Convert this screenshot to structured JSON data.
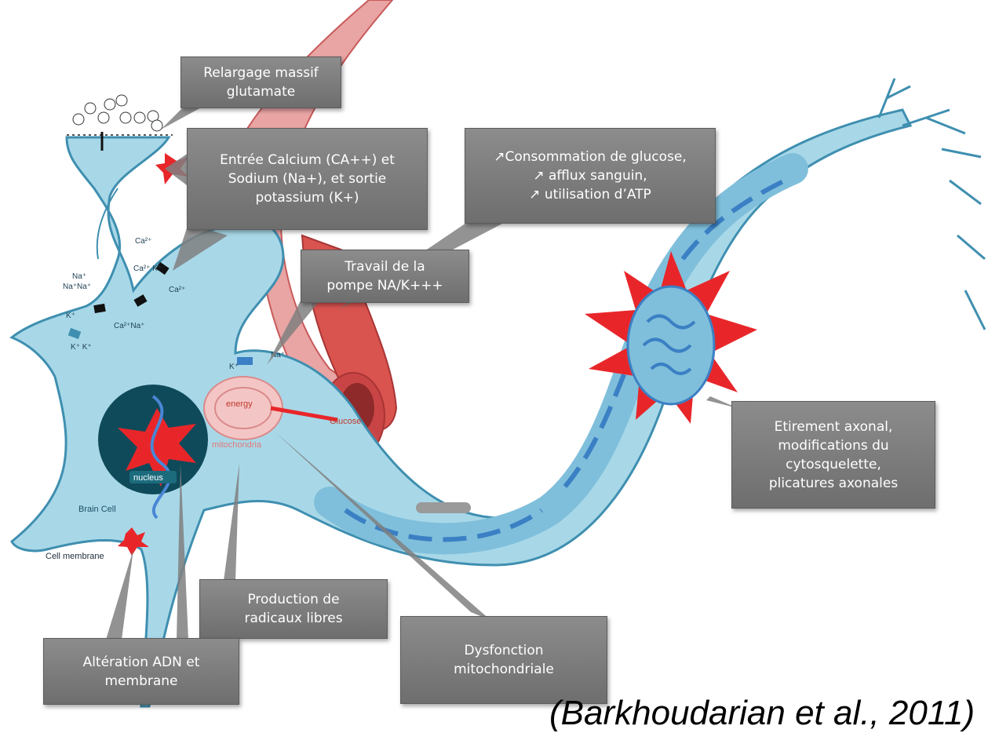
{
  "colors": {
    "cell_fill": "#a8d8e8",
    "cell_stroke": "#3f8fb0",
    "vessel": "#d9534f",
    "callout_bg": "#7f7f7f",
    "injury_red": "#e8262a",
    "axon_blue": "#3b7fc4"
  },
  "callouts": {
    "glutamate": "Relargage massif\nglutamate",
    "calcium": "Entrée Calcium (CA++) et\nSodium (Na+), et sortie\npotassium (K+)",
    "glucose": "↗Consommation de glucose,\n↗ afflux sanguin,\n↗ utilisation d’ATP",
    "pump": "Travail de la\npompe NA/K+++",
    "axonal": "Etirement axonal,\nmodifications du\ncytosquelette,\nplicatures axonales",
    "radicals": "Production de\nradicaux libres",
    "dna": "Altération ADN et\nmembrane",
    "mito": "Dysfonction\nmitochondriale"
  },
  "labels": {
    "energy": "energy",
    "mitochondria": "mitochondria",
    "nucleus": "nucleus",
    "brain_cell": "Brain Cell",
    "cell_membrane": "Cell membrane",
    "glucose": "Glucose"
  },
  "citation": "(Barkhoudarian et al., 2011)"
}
